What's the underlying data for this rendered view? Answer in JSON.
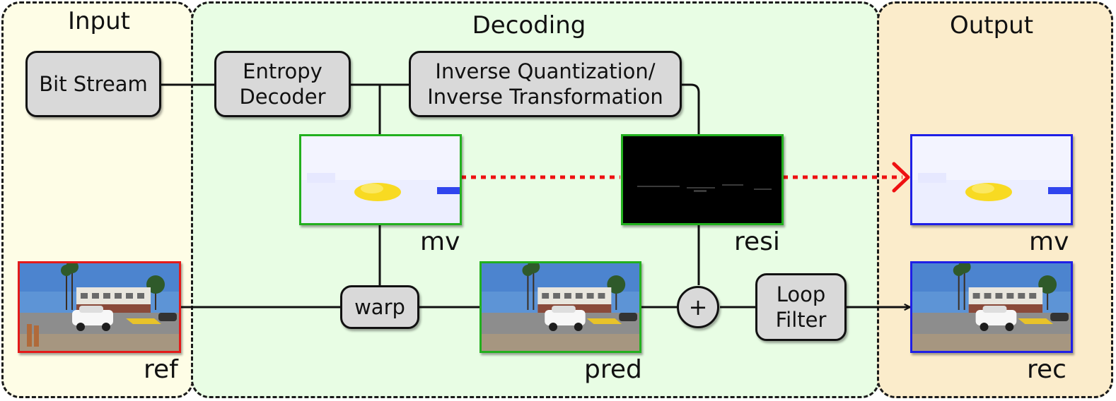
{
  "regions": {
    "input": {
      "title": "Input",
      "fill": "#fefde6"
    },
    "decoding": {
      "title": "Decoding",
      "fill": "#e8fde4"
    },
    "output": {
      "title": "Output",
      "fill": "#fbeccb"
    }
  },
  "blocks": {
    "bit_stream": "Bit Stream",
    "entropy_decoder": "Entropy\nDecoder",
    "inverse_quant": "Inverse Quantization/\nInverse Transformation",
    "warp": "warp",
    "adder": "+",
    "loop_filter": "Loop\nFilter"
  },
  "frames": {
    "ref": "ref",
    "mv": "mv",
    "resi": "resi",
    "pred": "pred",
    "mv_out": "mv",
    "rec": "rec"
  },
  "colors": {
    "border_red": "#e41a1a",
    "border_green": "#22b01e",
    "border_blue": "#1f1fe6",
    "dotted_arrow": "#ee1111",
    "block_fill": "#d9d9d9",
    "flow_yellow": "#f5e03a",
    "flow_blue": "#2233ee"
  }
}
